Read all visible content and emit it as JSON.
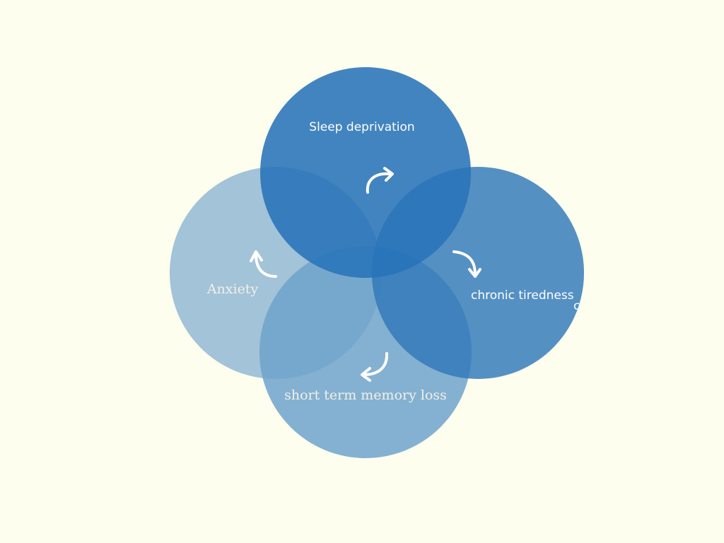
{
  "colors": {
    "background": "#fefeee",
    "circle_top": "#2873b8",
    "circle_right": "#2f77b9",
    "circle_bottom": "#6fa3cb",
    "circle_left": "#92b8d3",
    "label_text": "#ffffff"
  },
  "nodes": {
    "top": {
      "label": "Sleep deprivation"
    },
    "right": {
      "label": "chronic tiredness",
      "overflow_glyph": "c"
    },
    "bottom": {
      "label": "short term memory loss"
    },
    "left": {
      "label": "Anxiety"
    }
  },
  "arrows": [
    {
      "name": "top-to-right",
      "icon": "curved-arrow-right-icon"
    },
    {
      "name": "right-to-bottom",
      "icon": "curved-arrow-down-icon"
    },
    {
      "name": "bottom-to-left",
      "icon": "curved-arrow-left-icon"
    },
    {
      "name": "left-to-top",
      "icon": "curved-arrow-up-icon"
    }
  ]
}
